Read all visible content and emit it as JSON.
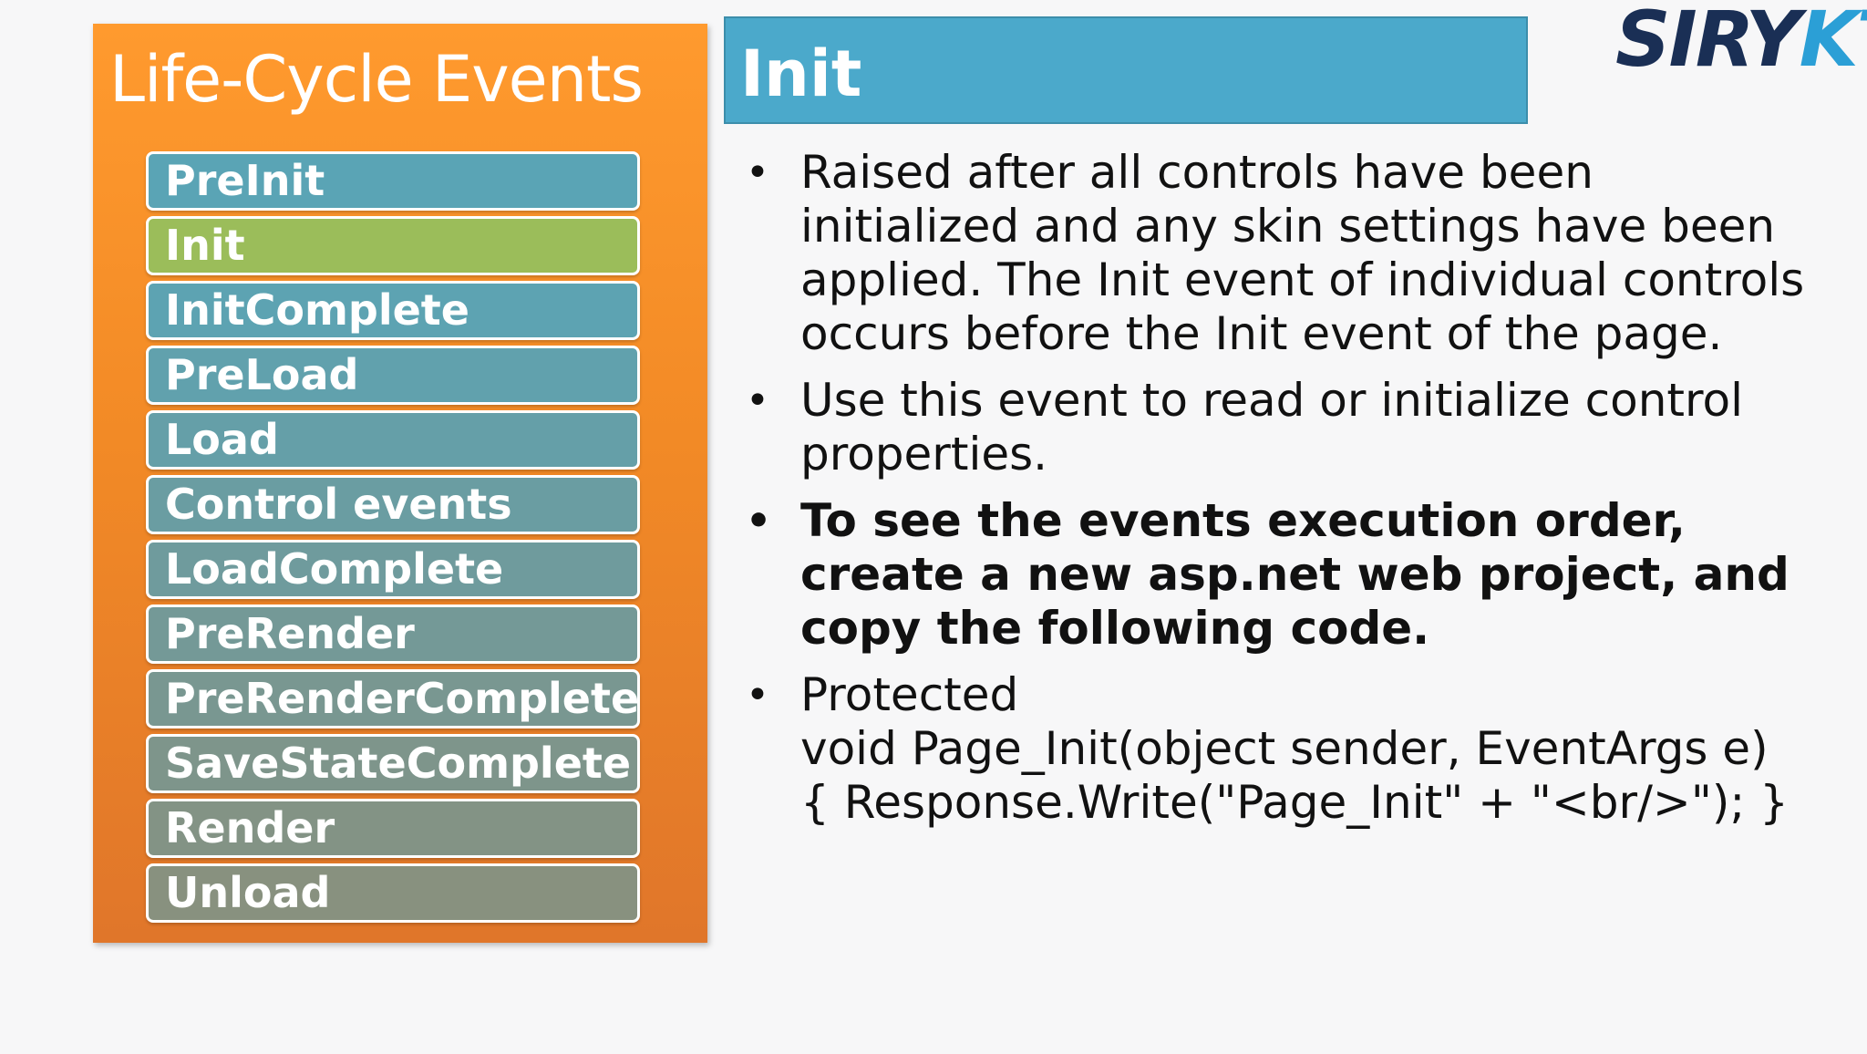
{
  "left_panel": {
    "title": "Life-Cycle Events",
    "events": [
      {
        "label": "PreInit",
        "color": "#5aa4b5"
      },
      {
        "label": "Init",
        "color": "#9bbd5a",
        "active": true
      },
      {
        "label": "InitComplete",
        "color": "#5da3b2"
      },
      {
        "label": "PreLoad",
        "color": "#61a1ad"
      },
      {
        "label": "Load",
        "color": "#659fa8"
      },
      {
        "label": "Control events",
        "color": "#6a9da2"
      },
      {
        "label": "LoadComplete",
        "color": "#6f9b9d"
      },
      {
        "label": "PreRender",
        "color": "#749997"
      },
      {
        "label": "PreRenderComplete",
        "color": "#799791"
      },
      {
        "label": "SaveStateComplete",
        "color": "#7e958b"
      },
      {
        "label": "Render",
        "color": "#839385"
      },
      {
        "label": "Unload",
        "color": "#88917f"
      }
    ]
  },
  "header": {
    "title": "Init"
  },
  "logo": {
    "part1": "SIRY",
    "part2": "KT"
  },
  "bullets": [
    {
      "text": "Raised after all controls have been initialized and any skin settings have been applied. The Init event of individual controls occurs before the Init event of the page.",
      "bold": false
    },
    {
      "text": "Use this event to read or initialize control properties.",
      "bold": false
    },
    {
      "text": "To see the events execution order, create a new asp.net web project, and copy the following code.",
      "bold": true
    }
  ],
  "code_bullet": {
    "line1": "Protected",
    "line2": "void Page_Init(object sender, EventArgs e)",
    "line3": "{ Response.Write(\"Page_Init\" + \"<br/>\"); }"
  },
  "bullet_symbol": "•"
}
